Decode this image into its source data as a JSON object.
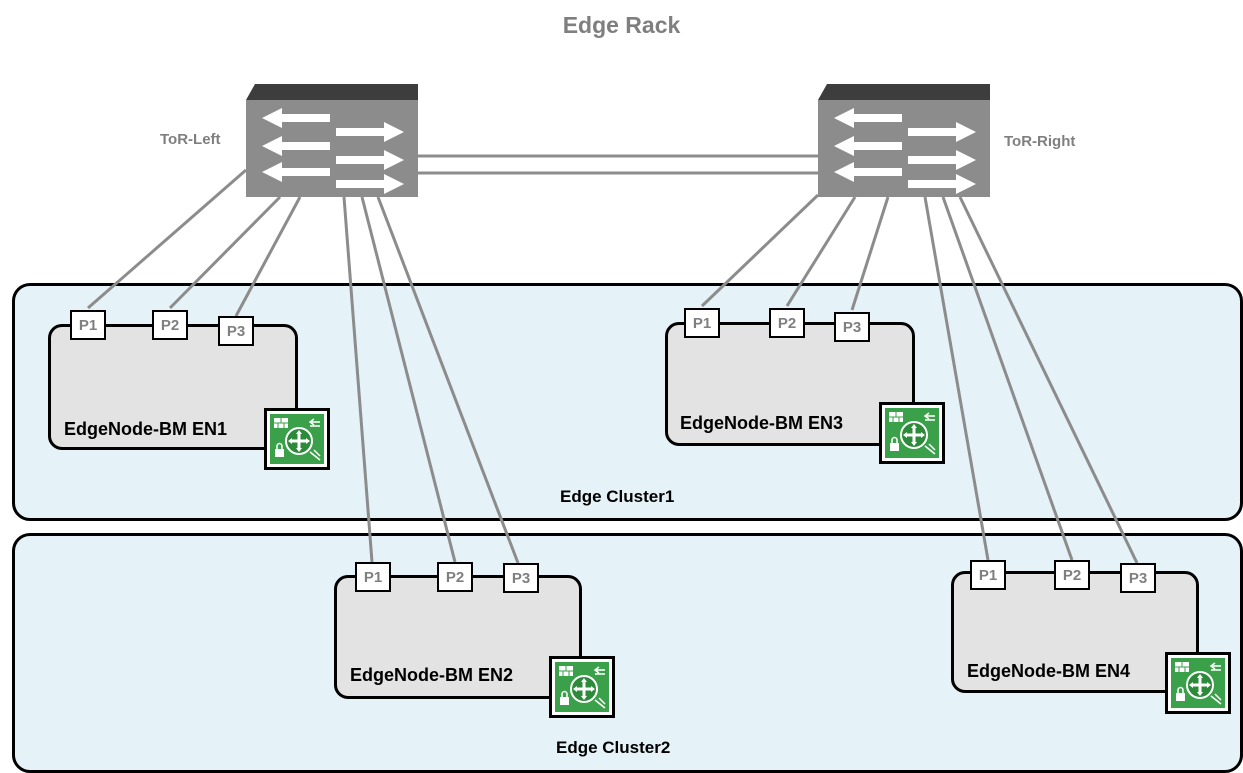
{
  "title": "Edge Rack",
  "switches": {
    "left_label": "ToR-Left",
    "right_label": "ToR-Right"
  },
  "clusters": [
    {
      "label": "Edge Cluster1"
    },
    {
      "label": "Edge Cluster2"
    }
  ],
  "nodes": [
    {
      "label": "EdgeNode-BM EN1",
      "ports": [
        "P1",
        "P2",
        "P3"
      ]
    },
    {
      "label": "EdgeNode-BM EN3",
      "ports": [
        "P1",
        "P2",
        "P3"
      ]
    },
    {
      "label": "EdgeNode-BM EN2",
      "ports": [
        "P1",
        "P2",
        "P3"
      ]
    },
    {
      "label": "EdgeNode-BM EN4",
      "ports": [
        "P1",
        "P2",
        "P3"
      ]
    }
  ],
  "icons": {
    "switch": "network-switch-icon",
    "edge_services": "edge-services-icon"
  },
  "colors": {
    "switch_body": "#8c8c8c",
    "link": "#8c8c8c",
    "cluster_fill": "#e5f2f7",
    "node_fill": "#e3e3e3",
    "edge_icon_green": "#3aa14a",
    "label_gray": "#7f7f7f"
  }
}
